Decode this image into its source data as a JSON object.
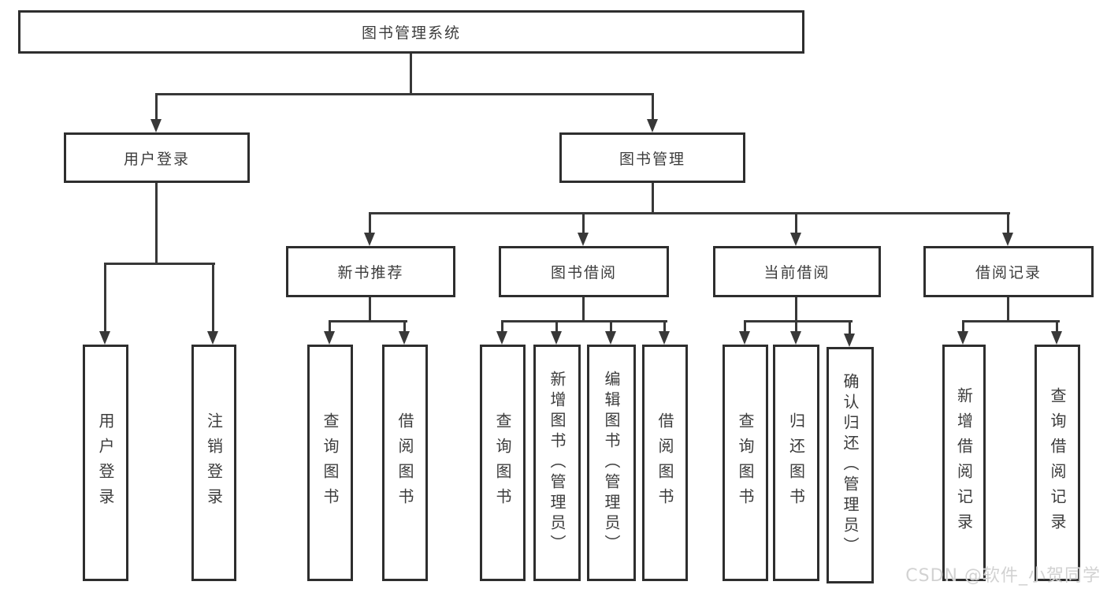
{
  "colors": {
    "background": "#ffffff",
    "line": "#383838",
    "box_border": "#2e2e2e",
    "box_fill": "#ffffff",
    "text": "#3c3c3c",
    "watermark": "#d2d2d2"
  },
  "watermark": {
    "text": "CSDN @软件_小贺同学"
  },
  "tree": {
    "root": {
      "label": "图书管理系统"
    },
    "branches": [
      {
        "label": "用户登录",
        "children": [
          {
            "label": "用户登录"
          },
          {
            "label": "注销登录"
          }
        ]
      },
      {
        "label": "图书管理",
        "children": [
          {
            "label": "新书推荐",
            "children": [
              {
                "label": "查询图书"
              },
              {
                "label": "借阅图书"
              }
            ]
          },
          {
            "label": "图书借阅",
            "children": [
              {
                "label": "查询图书"
              },
              {
                "label": "新增图书（管理员）"
              },
              {
                "label": "编辑图书（管理员）"
              },
              {
                "label": "借阅图书"
              }
            ]
          },
          {
            "label": "当前借阅",
            "children": [
              {
                "label": "查询图书"
              },
              {
                "label": "归还图书"
              },
              {
                "label": "确认归还（管理员）"
              }
            ]
          },
          {
            "label": "借阅记录",
            "children": [
              {
                "label": "新增借阅记录"
              },
              {
                "label": "查询借阅记录"
              }
            ]
          }
        ]
      }
    ]
  }
}
